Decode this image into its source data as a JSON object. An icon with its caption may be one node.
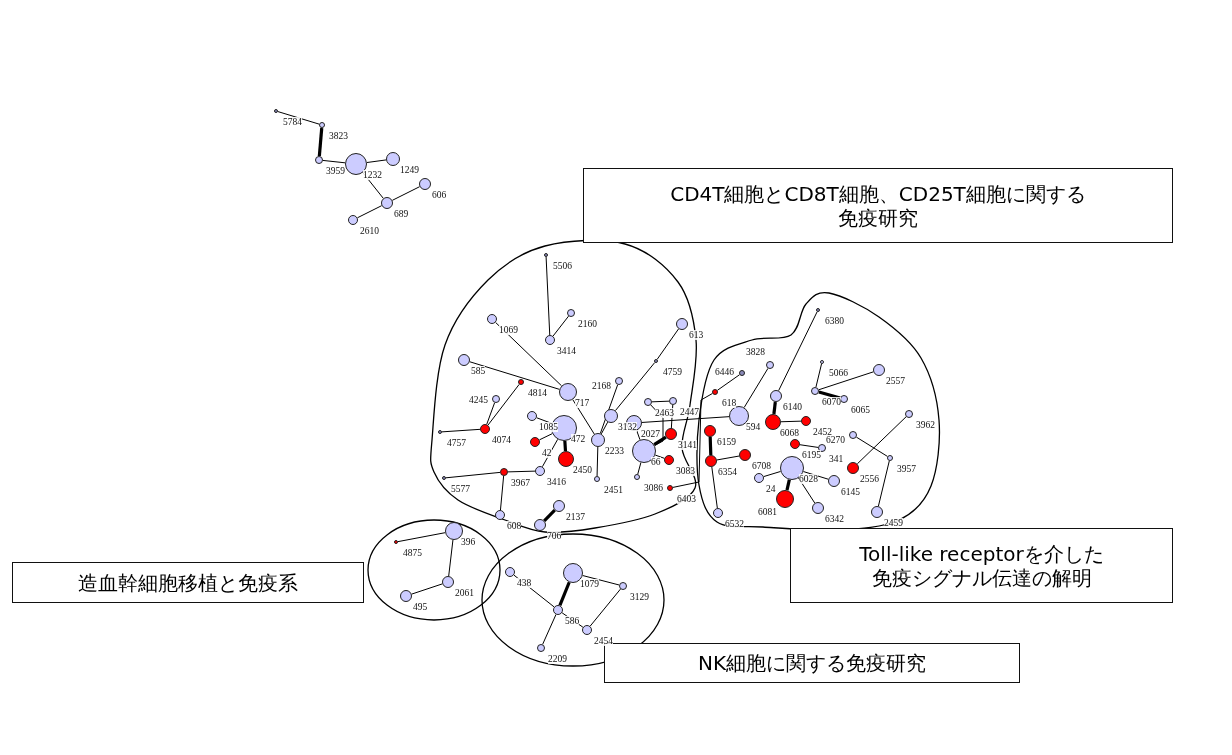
{
  "diagram": {
    "nodes": [
      {
        "text": [
          "5784"
        ]
      },
      {
        "text": [
          "3823"
        ]
      },
      {
        "text": [
          "3959"
        ]
      },
      {
        "text": [
          "1232"
        ]
      },
      {
        "text": [
          "1249"
        ]
      },
      {
        "text": [
          "606"
        ]
      },
      {
        "text": [
          "689"
        ]
      },
      {
        "text": [
          "2610"
        ]
      },
      {
        "text": [],
        "shape": "cloud"
      },
      {
        "text": [
          "5506"
        ],
        "in": 8
      },
      {
        "text": [
          "2160"
        ],
        "in": 8
      },
      {
        "text": [
          "1069"
        ],
        "in": 8
      },
      {
        "text": [
          "613"
        ],
        "in": 8
      },
      {
        "text": [
          "3414"
        ],
        "in": 8
      },
      {
        "text": [
          "585"
        ],
        "in": 8
      },
      {
        "text": [
          "4759"
        ],
        "in": 8
      },
      {
        "text": [
          "2168"
        ],
        "in": 8
      },
      {
        "text": [
          "4814"
        ],
        "in": 8
      },
      {
        "text": [
          "717"
        ],
        "in": 8
      },
      {
        "text": [
          "4245"
        ],
        "in": 8
      },
      {
        "text": [
          "2447"
        ],
        "in": 8
      },
      {
        "text": [
          "2463"
        ],
        "in": 8
      },
      {
        "text": [
          "3132"
        ],
        "in": 8
      },
      {
        "text": [
          "1085"
        ],
        "in": 8
      },
      {
        "text": [
          "2027"
        ],
        "in": 8
      },
      {
        "text": [
          "472"
        ],
        "in": 8
      },
      {
        "text": [
          "4074"
        ],
        "in": 8
      },
      {
        "text": [
          "4757"
        ],
        "in": 8
      },
      {
        "text": [
          "3141"
        ],
        "in": 8
      },
      {
        "text": [
          "2233"
        ],
        "in": 8
      },
      {
        "text": [
          "42"
        ],
        "in": 8
      },
      {
        "text": [
          "2450"
        ],
        "in": 8
      },
      {
        "text": [
          "66"
        ],
        "in": 8
      },
      {
        "text": [
          "3083"
        ],
        "in": 8
      },
      {
        "text": [
          "3416"
        ],
        "in": 8
      },
      {
        "text": [
          "3967"
        ],
        "in": 8
      },
      {
        "text": [
          "3086"
        ],
        "in": 8
      },
      {
        "text": [
          "5577"
        ],
        "in": 8
      },
      {
        "text": [
          "2451"
        ],
        "in": 8
      },
      {
        "text": [
          "6403"
        ],
        "in": 8
      },
      {
        "text": [
          "2137"
        ],
        "in": 8
      },
      {
        "text": [
          "608"
        ],
        "in": 8
      },
      {
        "text": [
          "706"
        ],
        "in": 8
      },
      {
        "text": [],
        "shape": "cloud"
      },
      {
        "text": [
          "6380"
        ],
        "in": 43
      },
      {
        "text": [
          "5066"
        ],
        "in": 43
      },
      {
        "text": [
          "3828"
        ],
        "in": 43
      },
      {
        "text": [
          "2557"
        ],
        "in": 43
      },
      {
        "text": [
          "6446"
        ],
        "in": 43
      },
      {
        "text": [
          "6070"
        ],
        "in": 43
      },
      {
        "text": [
          "618"
        ],
        "in": 43
      },
      {
        "text": [
          "6140"
        ],
        "in": 43
      },
      {
        "text": [
          "6065"
        ],
        "in": 43
      },
      {
        "text": [
          "594"
        ],
        "in": 43
      },
      {
        "text": [
          "3962"
        ],
        "in": 43
      },
      {
        "text": [
          "2452"
        ],
        "in": 43
      },
      {
        "text": [
          "6068"
        ],
        "in": 43
      },
      {
        "text": [
          "6159"
        ],
        "in": 43
      },
      {
        "text": [
          "6270"
        ],
        "in": 43
      },
      {
        "text": [
          "6195"
        ],
        "in": 43
      },
      {
        "text": [
          "341"
        ],
        "in": 43
      },
      {
        "text": [
          "6708"
        ],
        "in": 43
      },
      {
        "text": [
          "3957"
        ],
        "in": 43
      },
      {
        "text": [
          "6354"
        ],
        "in": 43
      },
      {
        "text": [
          "2556"
        ],
        "in": 43
      },
      {
        "text": [
          "6028"
        ],
        "in": 43
      },
      {
        "text": [
          "24"
        ],
        "in": 43
      },
      {
        "text": [
          "6145"
        ],
        "in": 43
      },
      {
        "text": [
          "6081"
        ],
        "in": 43
      },
      {
        "text": [
          "2459"
        ],
        "in": 43
      },
      {
        "text": [
          "6342"
        ],
        "in": 43
      },
      {
        "text": [
          "6532"
        ],
        "in": 43
      },
      {
        "text": [],
        "shape": "ellipse"
      },
      {
        "text": [
          "396"
        ],
        "in": 72
      },
      {
        "text": [
          "4875"
        ],
        "in": 72
      },
      {
        "text": [
          "2061"
        ],
        "in": 72
      },
      {
        "text": [
          "495"
        ],
        "in": 72
      },
      {
        "text": [],
        "shape": "ellipse"
      },
      {
        "text": [
          "438"
        ],
        "in": 77
      },
      {
        "text": [
          "1079"
        ],
        "in": 77
      },
      {
        "text": [
          "3129"
        ],
        "in": 77
      },
      {
        "text": [
          "586"
        ],
        "in": 77
      },
      {
        "text": [
          "2454"
        ],
        "in": 77
      },
      {
        "text": [
          "2209"
        ],
        "in": 77
      },
      {
        "text": [
          "CD4T細胞とCD8T細胞、CD25T細胞に関する免疫研究"
        ]
      },
      {
        "text": [
          "Toll-like receptorを介した免疫シグナル伝達の解明"
        ]
      },
      {
        "text": [
          "造血幹細胞移植と免疫系"
        ]
      },
      {
        "text": [
          "NK細胞に関する免疫研究"
        ]
      }
    ],
    "edges": [
      {
        "from": 0,
        "to": 1,
        "arrow": "none"
      },
      {
        "from": 1,
        "to": 2,
        "arrow": "none",
        "style": "thick"
      },
      {
        "from": 2,
        "to": 3,
        "arrow": "none"
      },
      {
        "from": 3,
        "to": 4,
        "arrow": "none"
      },
      {
        "from": 3,
        "to": 6,
        "arrow": "none"
      },
      {
        "from": 6,
        "to": 5,
        "arrow": "none"
      },
      {
        "from": 6,
        "to": 7,
        "arrow": "none"
      },
      {
        "from": 9,
        "to": 13,
        "arrow": "none"
      },
      {
        "from": 10,
        "to": 13,
        "arrow": "none"
      },
      {
        "from": 11,
        "to": 18,
        "arrow": "none"
      },
      {
        "from": 18,
        "to": 29,
        "arrow": "none"
      },
      {
        "from": 14,
        "to": 18,
        "arrow": "none"
      },
      {
        "from": 17,
        "to": 26,
        "arrow": "none"
      },
      {
        "from": 19,
        "to": 26,
        "arrow": "none"
      },
      {
        "from": 27,
        "to": 26,
        "arrow": "none"
      },
      {
        "from": 23,
        "to": 25,
        "arrow": "none"
      },
      {
        "from": 30,
        "to": 25,
        "arrow": "none"
      },
      {
        "from": 25,
        "to": 31,
        "arrow": "none",
        "style": "thick"
      },
      {
        "from": 25,
        "to": 34,
        "arrow": "none"
      },
      {
        "from": 35,
        "to": 34,
        "arrow": "none"
      },
      {
        "from": 37,
        "to": 35,
        "arrow": "none"
      },
      {
        "from": 35,
        "to": 41,
        "arrow": "none"
      },
      {
        "from": 40,
        "to": 42,
        "arrow": "none",
        "style": "thick"
      },
      {
        "from": 29,
        "to": 38,
        "arrow": "none"
      },
      {
        "from": 12,
        "to": 15,
        "arrow": "none"
      },
      {
        "from": 15,
        "to": 22,
        "arrow": "none"
      },
      {
        "from": 22,
        "to": 29,
        "arrow": "none"
      },
      {
        "from": 16,
        "to": 29,
        "arrow": "none"
      },
      {
        "from": 21,
        "to": 20,
        "arrow": "none"
      },
      {
        "from": 21,
        "to": 32,
        "arrow": "none"
      },
      {
        "from": 32,
        "to": 36,
        "arrow": "none"
      },
      {
        "from": 20,
        "to": 28,
        "arrow": "none"
      },
      {
        "from": 24,
        "to": 53,
        "arrow": "none"
      },
      {
        "from": 32,
        "to": 28,
        "arrow": "none",
        "style": "thick"
      },
      {
        "from": 32,
        "to": 24,
        "arrow": "none"
      },
      {
        "from": 32,
        "to": 33,
        "arrow": "none"
      },
      {
        "from": 39,
        "to": 50,
        "arrow": "none"
      },
      {
        "from": 50,
        "to": 48,
        "arrow": "none"
      },
      {
        "from": 53,
        "to": 46,
        "arrow": "none"
      },
      {
        "from": 51,
        "to": 56,
        "arrow": "none",
        "style": "thick"
      },
      {
        "from": 56,
        "to": 55,
        "arrow": "none"
      },
      {
        "from": 44,
        "to": 51,
        "arrow": "none"
      },
      {
        "from": 59,
        "to": 60,
        "arrow": "none"
      },
      {
        "from": 45,
        "to": 49,
        "arrow": "none"
      },
      {
        "from": 49,
        "to": 47,
        "arrow": "none"
      },
      {
        "from": 49,
        "to": 52,
        "arrow": "none",
        "style": "thick"
      },
      {
        "from": 58,
        "to": 62,
        "arrow": "none"
      },
      {
        "from": 54,
        "to": 64,
        "arrow": "none"
      },
      {
        "from": 62,
        "to": 69,
        "arrow": "none"
      },
      {
        "from": 65,
        "to": 66,
        "arrow": "none"
      },
      {
        "from": 65,
        "to": 68,
        "arrow": "none",
        "style": "thick"
      },
      {
        "from": 65,
        "to": 70,
        "arrow": "none"
      },
      {
        "from": 65,
        "to": 67,
        "arrow": "none"
      },
      {
        "from": 57,
        "to": 63,
        "arrow": "none",
        "style": "thick"
      },
      {
        "from": 63,
        "to": 71,
        "arrow": "none"
      },
      {
        "from": 63,
        "to": 61,
        "arrow": "none"
      },
      {
        "from": 73,
        "to": 74,
        "arrow": "none"
      },
      {
        "from": 73,
        "to": 75,
        "arrow": "none"
      },
      {
        "from": 75,
        "to": 76,
        "arrow": "none"
      },
      {
        "from": 81,
        "to": 78,
        "arrow": "none"
      },
      {
        "from": 81,
        "to": 82,
        "arrow": "none"
      },
      {
        "from": 81,
        "to": 83,
        "arrow": "none"
      },
      {
        "from": 79,
        "to": 81,
        "arrow": "none",
        "style": "thick"
      },
      {
        "from": 79,
        "to": 80,
        "arrow": "none"
      },
      {
        "from": 80,
        "to": 82,
        "arrow": "none"
      }
    ]
  }
}
